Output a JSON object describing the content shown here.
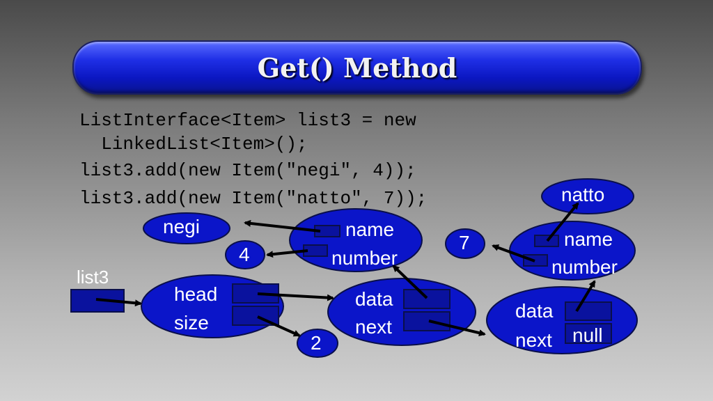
{
  "title": "Get() Method",
  "code": {
    "line1": "ListInterface<Item> list3 = new",
    "line2": "  LinkedList<Item>();",
    "line3": "list3.add(new Item(\"negi\", 4));",
    "line4": "list3.add(new Item(\"natto\", 7));"
  },
  "diagram": {
    "list_var": "list3",
    "list_head_label": "head",
    "list_size_label": "size",
    "size_value": "2",
    "node1_data_label": "data",
    "node1_next_label": "next",
    "node2_data_label": "data",
    "node2_next_label": "next",
    "node2_null": "null",
    "item1_name_label": "name",
    "item1_number_label": "number",
    "item1_name_value": "negi",
    "item1_number_value": "4",
    "item2_name_label": "name",
    "item2_number_label": "number",
    "item2_name_value": "natto",
    "item2_number_value": "7"
  },
  "colors": {
    "node_fill": "#0b15c9",
    "node_stroke": "#0a0f4a",
    "slot_fill": "#0a129e",
    "arrow": "#000000"
  }
}
